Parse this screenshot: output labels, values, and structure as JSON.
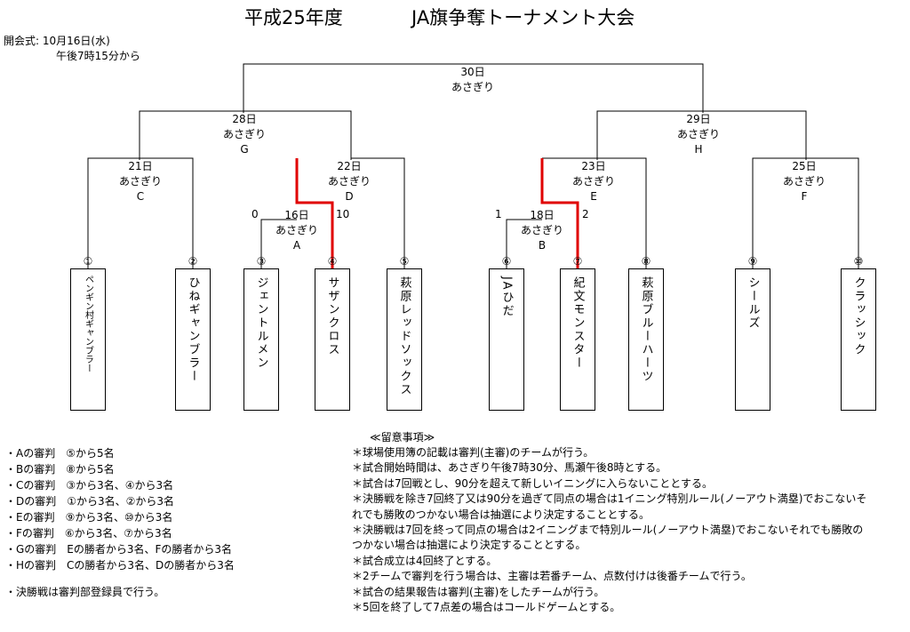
{
  "title": {
    "left": "平成25年度",
    "right": "JA旗争奪トーナメント大会"
  },
  "opening": {
    "label": "開会式:",
    "date": "10月16日(水)",
    "time": "午後7時15分から"
  },
  "final": {
    "day": "30日",
    "venue": "あさぎり"
  },
  "semi_left": {
    "day": "28日",
    "venue": "あさぎり",
    "code": "G"
  },
  "semi_right": {
    "day": "29日",
    "venue": "あさぎり",
    "code": "H"
  },
  "qf_c": {
    "day": "21日",
    "venue": "あさぎり",
    "code": "C"
  },
  "qf_d": {
    "day": "22日",
    "venue": "あさぎり",
    "code": "D"
  },
  "qf_e": {
    "day": "23日",
    "venue": "あさぎり",
    "code": "E"
  },
  "qf_f": {
    "day": "25日",
    "venue": "あさぎり",
    "code": "F"
  },
  "r1_a": {
    "day": "16日",
    "venue": "あさぎり",
    "code": "A",
    "score_left": "0",
    "score_right": "10"
  },
  "r1_b": {
    "day": "18日",
    "venue": "あさぎり",
    "code": "B",
    "score_left": "1",
    "score_right": "2"
  },
  "teams": [
    {
      "num": "①",
      "name": "ペンギン村ギャンブラー"
    },
    {
      "num": "②",
      "name": "ひねギャンブラー"
    },
    {
      "num": "③",
      "name": "ジェントルメン"
    },
    {
      "num": "④",
      "name": "サザンクロス"
    },
    {
      "num": "⑤",
      "name": "萩原レッドソックス"
    },
    {
      "num": "⑥",
      "name": "JAひだ"
    },
    {
      "num": "⑦",
      "name": "紀文モンスター"
    },
    {
      "num": "⑧",
      "name": "萩原ブルーハーツ"
    },
    {
      "num": "⑨",
      "name": "シールズ"
    },
    {
      "num": "⑩",
      "name": "クラッシック"
    }
  ],
  "umpires": [
    "・Aの審判　⑤から5名",
    "・Bの審判　⑧から5名",
    "・Cの審判　③から3名、④から3名",
    "・Dの審判　①から3名、②から3名",
    "・Eの審判　⑨から3名、⑩から3名",
    "・Fの審判　⑥から3名、⑦から3名",
    "・Gの審判　Eの勝者から3名、Fの勝者から3名",
    "・Hの審判　Cの勝者から3名、Dの勝者から3名"
  ],
  "final_note": "・決勝戦は審判部登録員で行う。",
  "notes_heading": "≪留意事項≫",
  "notes": [
    "＊球場使用簿の記載は審判(主審)のチームが行う。",
    "＊試合開始時間は、あさぎり午後7時30分、馬瀬午後8時とする。",
    "＊試合は7回戦とし、90分を超えて新しいイニングに入らないこととする。",
    "＊決勝戦を除き7回終了又は90分を過ぎて同点の場合は1イニング特別ルール(ノーアウト満塁)でおこないそれでも勝敗のつかない場合は抽選により決定することとする。",
    "＊決勝戦は7回を終って同点の場合は2イニングまで特別ルール(ノーアウト満塁)でおこないそれでも勝敗のつかない場合は抽選により決定することとする。",
    "＊試合成立は4回終了とする。",
    "＊2チームで審判を行う場合は、主審は若番チーム、点数付けは後番チームで行う。",
    "＊試合の結果報告は審判(主審)をしたチームが行う。",
    "＊5回を終了して7点差の場合はコールドゲームとする。"
  ],
  "colors": {
    "winner_line": "#e00000",
    "line": "#000000"
  }
}
